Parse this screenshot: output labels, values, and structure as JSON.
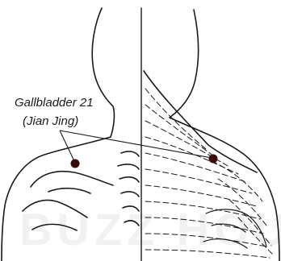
{
  "illustration": {
    "subject": "upper back and shoulders, left half outline, right half with muscle fibers",
    "ink_color": "#1a1a1a",
    "point_color": "#3a0a0a"
  },
  "acupoint": {
    "name": "Gallbladder 21",
    "alt_name": "(Jian Jing)"
  },
  "watermark": "BUZZ HOUR"
}
